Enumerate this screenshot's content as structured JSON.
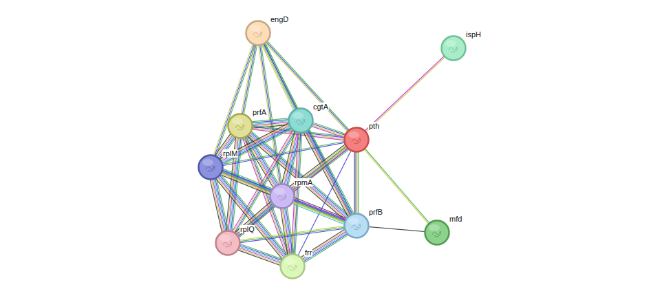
{
  "diagram": {
    "nodes": [
      {
        "text": [
          "engD"
        ]
      },
      {
        "text": [
          "ispH"
        ]
      },
      {
        "text": [
          "prfA"
        ]
      },
      {
        "text": [
          "cgtA"
        ]
      },
      {
        "text": [
          "pth"
        ]
      },
      {
        "text": [
          "rplM"
        ]
      },
      {
        "text": [
          "rpmA"
        ]
      },
      {
        "text": [
          "prfB"
        ]
      },
      {
        "text": [
          "mfd"
        ]
      },
      {
        "text": [
          "rplQ"
        ]
      },
      {
        "text": [
          "frr"
        ]
      }
    ],
    "edges": [
      {
        "from": 0,
        "to": 2,
        "arrow": "none"
      },
      {
        "from": 0,
        "to": 3,
        "arrow": "none"
      },
      {
        "from": 0,
        "to": 4,
        "arrow": "none"
      },
      {
        "from": 0,
        "to": 5,
        "arrow": "none"
      },
      {
        "from": 0,
        "to": 6,
        "arrow": "none"
      },
      {
        "from": 0,
        "to": 7,
        "arrow": "none"
      },
      {
        "from": 1,
        "to": 4,
        "arrow": "none"
      },
      {
        "from": 2,
        "to": 3,
        "arrow": "none"
      },
      {
        "from": 2,
        "to": 4,
        "arrow": "none"
      },
      {
        "from": 2,
        "to": 5,
        "arrow": "none"
      },
      {
        "from": 2,
        "to": 6,
        "arrow": "none"
      },
      {
        "from": 2,
        "to": 7,
        "arrow": "none"
      },
      {
        "from": 2,
        "to": 9,
        "arrow": "none"
      },
      {
        "from": 2,
        "to": 10,
        "arrow": "none"
      },
      {
        "from": 3,
        "to": 4,
        "arrow": "none"
      },
      {
        "from": 3,
        "to": 5,
        "arrow": "none"
      },
      {
        "from": 3,
        "to": 6,
        "arrow": "none"
      },
      {
        "from": 3,
        "to": 7,
        "arrow": "none"
      },
      {
        "from": 3,
        "to": 9,
        "arrow": "none"
      },
      {
        "from": 3,
        "to": 10,
        "arrow": "none"
      },
      {
        "from": 4,
        "to": 5,
        "arrow": "none"
      },
      {
        "from": 4,
        "to": 6,
        "arrow": "none"
      },
      {
        "from": 4,
        "to": 7,
        "arrow": "none"
      },
      {
        "from": 4,
        "to": 8,
        "arrow": "none"
      },
      {
        "from": 4,
        "to": 9,
        "arrow": "none"
      },
      {
        "from": 4,
        "to": 10,
        "arrow": "none"
      },
      {
        "from": 5,
        "to": 6,
        "arrow": "none"
      },
      {
        "from": 5,
        "to": 7,
        "arrow": "none"
      },
      {
        "from": 5,
        "to": 9,
        "arrow": "none"
      },
      {
        "from": 5,
        "to": 10,
        "arrow": "none"
      },
      {
        "from": 6,
        "to": 7,
        "arrow": "none"
      },
      {
        "from": 6,
        "to": 9,
        "arrow": "none"
      },
      {
        "from": 6,
        "to": 10,
        "arrow": "none"
      },
      {
        "from": 7,
        "to": 8,
        "arrow": "none"
      },
      {
        "from": 7,
        "to": 9,
        "arrow": "none"
      },
      {
        "from": 7,
        "to": 10,
        "arrow": "none"
      },
      {
        "from": 9,
        "to": 10,
        "arrow": "none"
      }
    ]
  }
}
